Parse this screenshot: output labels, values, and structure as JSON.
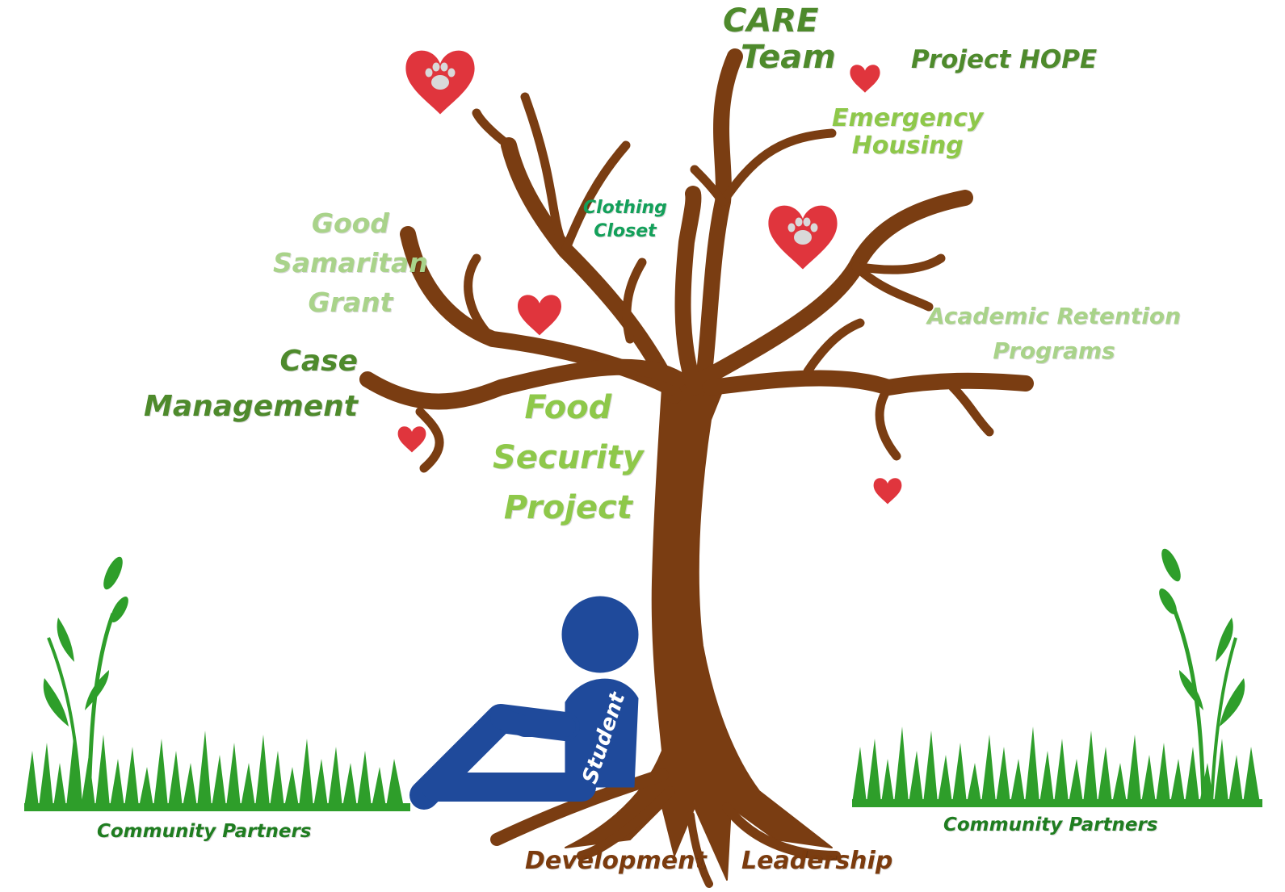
{
  "colors": {
    "trunk": "#7a3d12",
    "trunk_edge": "#5a2a08",
    "heart": "#e0353d",
    "paw": "#d9d9d9",
    "dark_green": "#4e8a2c",
    "mid_green": "#8ec84a",
    "light_green": "#a9d38a",
    "teal_green": "#13a05a",
    "brown_text": "#7b3b0e",
    "grass": "#2e9e2a",
    "student": "#1f4a9b",
    "community_text": "#1f7d20"
  },
  "icons": [
    "heart-icon",
    "paw-heart-icon"
  ],
  "labels": {
    "care_team": [
      "CARE",
      "Team"
    ],
    "project_hope": "Project HOPE",
    "emergency_housing": [
      "Emergency",
      "Housing"
    ],
    "clothing_closet": [
      "Clothing",
      "Closet"
    ],
    "good_samaritan": [
      "Good",
      "Samaritan",
      "Grant"
    ],
    "case_management": [
      "Case",
      "Management"
    ],
    "food_security": [
      "Food",
      "Security",
      "Project"
    ],
    "academic_retention": [
      "Academic Retention",
      "Programs"
    ],
    "student": "Student",
    "development": "Development",
    "leadership": "Leadership",
    "community_left": "Community Partners",
    "community_right": "Community Partners"
  }
}
